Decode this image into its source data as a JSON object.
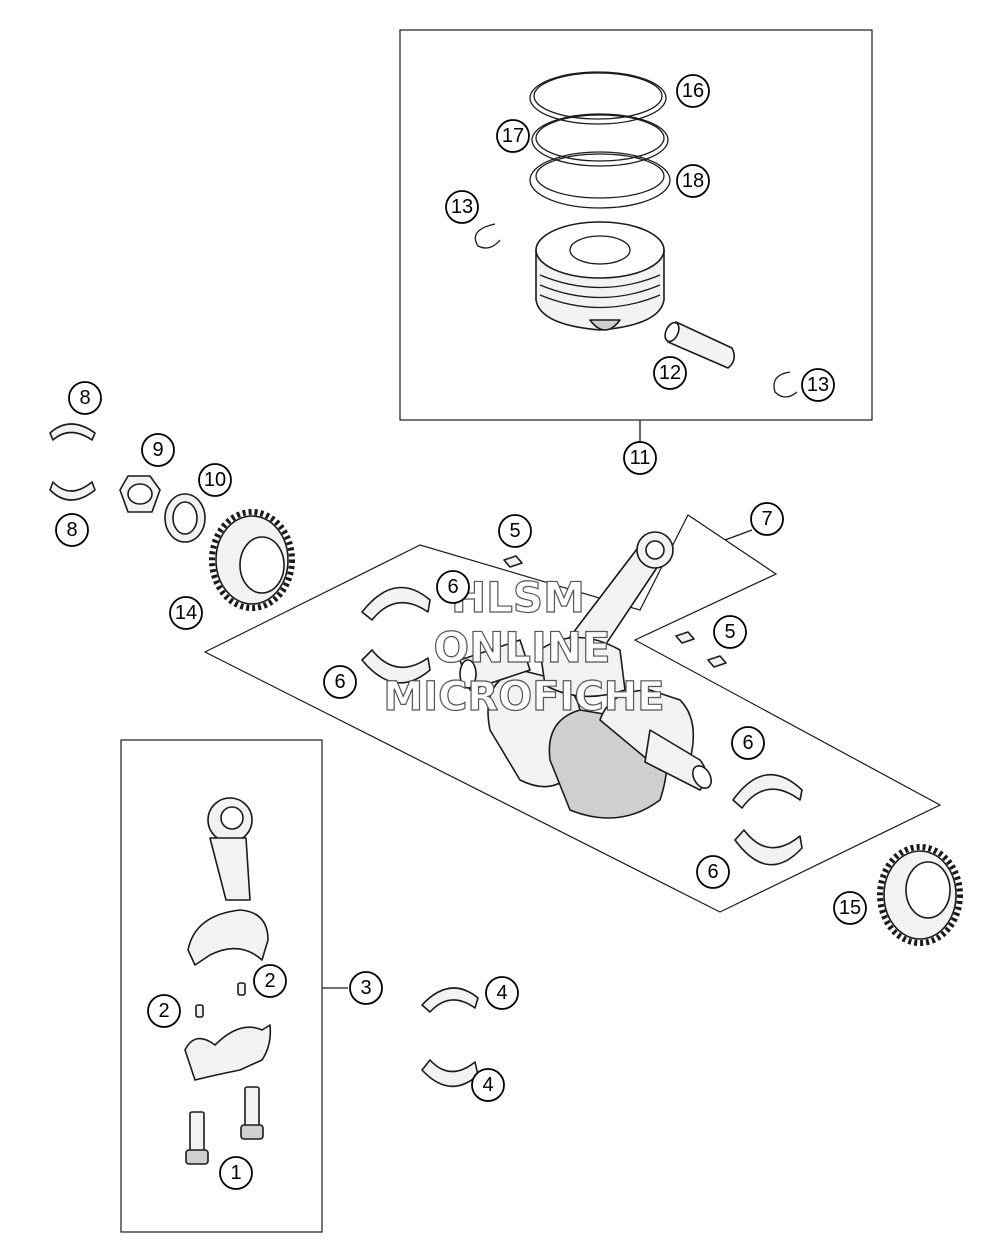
{
  "callouts": {
    "c1": "1",
    "c2a": "2",
    "c2b": "2",
    "c3": "3",
    "c4a": "4",
    "c4b": "4",
    "c5a": "5",
    "c5b": "5",
    "c6a": "6",
    "c6b": "6",
    "c6c": "6",
    "c6d": "6",
    "c7": "7",
    "c8a": "8",
    "c8b": "8",
    "c9": "9",
    "c10": "10",
    "c11": "11",
    "c12": "12",
    "c13a": "13",
    "c13b": "13",
    "c14": "14",
    "c15": "15",
    "c16": "16",
    "c17": "17",
    "c18": "18"
  },
  "watermark": {
    "line1": "HLSM",
    "line2": "ONLINE",
    "line3": "MICROFICHE"
  }
}
